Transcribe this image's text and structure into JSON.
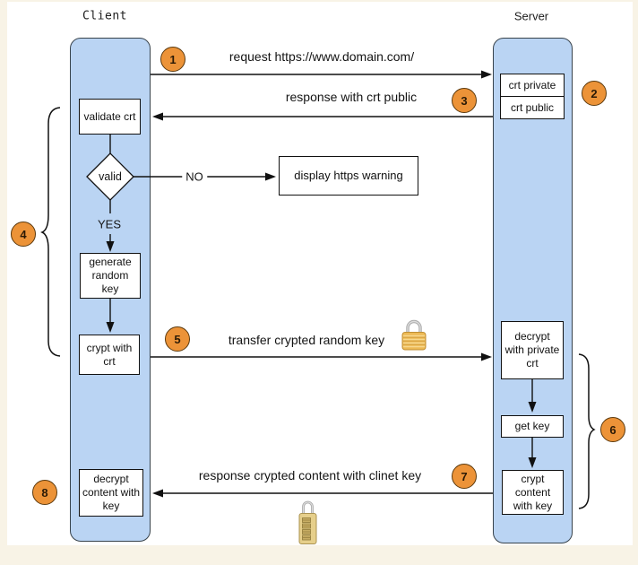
{
  "titles": {
    "client": "Client",
    "server": "Server"
  },
  "badges": {
    "b1": "1",
    "b2": "2",
    "b3": "3",
    "b4": "4",
    "b5": "5",
    "b6": "6",
    "b7": "7",
    "b8": "8"
  },
  "messages": {
    "request": "request https://www.domain.com/",
    "response_crt": "response with crt public",
    "transfer_key": "transfer crypted random key",
    "response_content": "response crypted content with clinet key"
  },
  "client": {
    "validate": "validate crt",
    "decision": "valid",
    "no": "NO",
    "yes": "YES",
    "warning": "display https warning",
    "generate": "generate random key",
    "crypt": "crypt with crt",
    "decrypt": "decrypt content with key"
  },
  "server": {
    "crt_private": "crt private",
    "crt_public": "crt public",
    "decrypt": "decrypt with private crt",
    "get_key": "get key",
    "crypt": "crypt content with key"
  },
  "icons": {
    "transfer_lock": "padlock-icon",
    "content_lock": "combination-lock-icon"
  },
  "colors": {
    "lane_fill": "#bad4f3",
    "lane_border": "#38434c",
    "badge_fill": "#ec9338",
    "badge_border": "#5c3a0e",
    "background": "#f8f3e6",
    "panel": "#ffffff"
  }
}
